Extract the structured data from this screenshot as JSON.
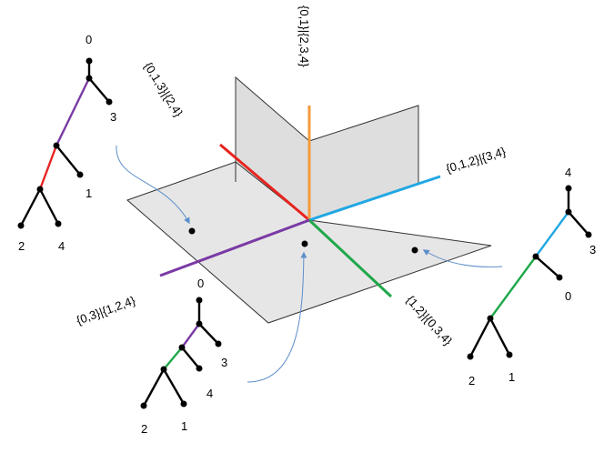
{
  "colors": {
    "split_013_24": "#e8231f",
    "split_01_234": "#f59a3c",
    "split_012_34": "#21a7e3",
    "split_12_034": "#1fa84a",
    "split_03_124": "#7a3aa4",
    "plane_fill": "#e6e6e6",
    "arrow": "#5b8ec9"
  },
  "axis_labels": {
    "top": "{0,1}|{2,3,4}",
    "upper_left": "{0,1,3}|{2,4}",
    "right": "{0,1,2}|{3,4}",
    "lower_right": "{1,2}|{0,3,4}",
    "lower_left": "{0,3}|{1,2,4}"
  },
  "trees": {
    "left": {
      "leaves": [
        "0",
        "3",
        "1",
        "2",
        "4"
      ]
    },
    "bottom": {
      "leaves": [
        "0",
        "3",
        "4",
        "2",
        "1"
      ]
    },
    "right": {
      "leaves": [
        "4",
        "3",
        "0",
        "2",
        "1"
      ]
    }
  }
}
